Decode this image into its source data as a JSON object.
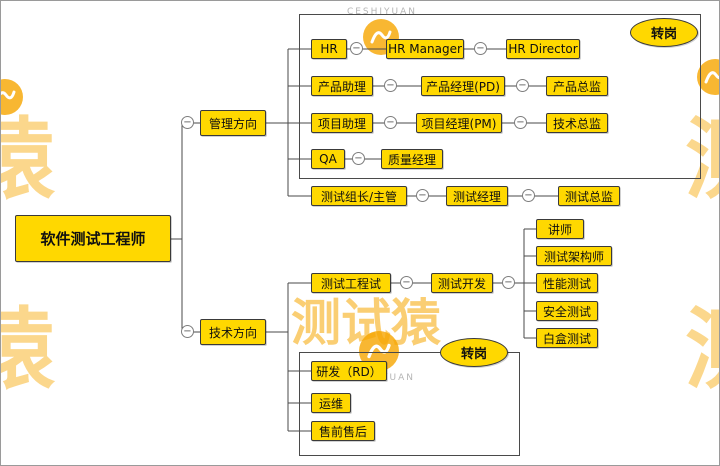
{
  "nodes": {
    "root": "软件测试工程师",
    "management": "管理方向",
    "technical": "技术方向",
    "hr": "HR",
    "hr_manager": "HR Manager",
    "hr_director": "HR Director",
    "product_assistant": "产品助理",
    "product_manager": "产品经理(PD)",
    "product_director": "产品总监",
    "project_assistant": "项目助理",
    "project_manager": "项目经理(PM)",
    "tech_director": "技术总监",
    "qa": "QA",
    "quality_manager": "质量经理",
    "test_lead": "测试组长/主管",
    "test_manager": "测试经理",
    "test_director": "测试总监",
    "test_engineer": "测试工程试",
    "test_dev": "测试开发",
    "lecturer": "讲师",
    "test_architect": "测试架构师",
    "performance_test": "性能测试",
    "security_test": "安全测试",
    "whitebox_test": "白盒测试",
    "rd": "研发（RD）",
    "ops": "运维",
    "presales": "售前售后"
  },
  "badges": {
    "transfer": "转岗"
  },
  "icons": {
    "collapse": "−"
  },
  "watermark": {
    "latin": "CESHIYUAN",
    "brand": "测试猿",
    "edge_left": "猿",
    "edge_right": "测"
  },
  "colors": {
    "node_fill": "#ffd800",
    "node_border": "#3a3a3a",
    "watermark_orange": "#f7a600"
  }
}
